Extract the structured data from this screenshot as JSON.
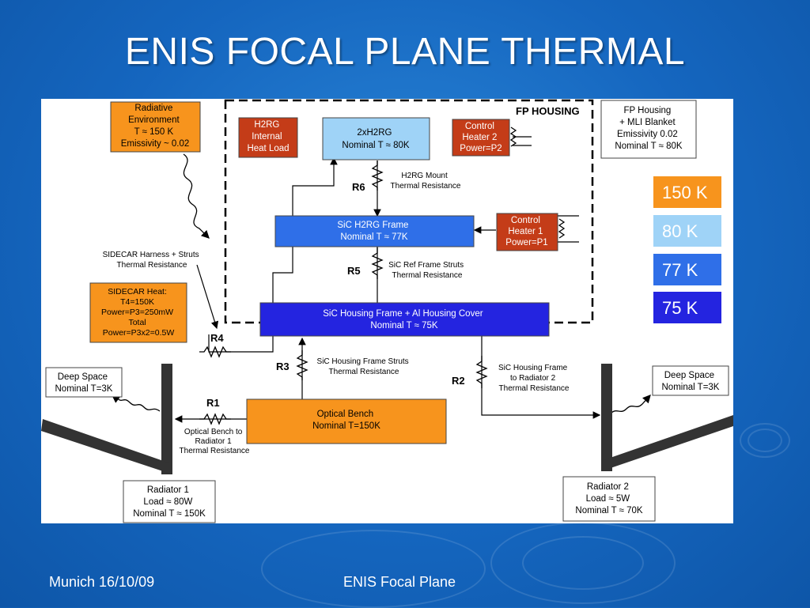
{
  "slide": {
    "title": "ENIS FOCAL PLANE THERMAL",
    "footer_left": "Munich 16/10/09",
    "footer_center": "ENIS Focal Plane"
  },
  "colors": {
    "background": "#1a6fc8",
    "orange": "#f7941d",
    "light_blue": "#9fd3f7",
    "mid_blue": "#2f6fe8",
    "dark_blue": "#2424e0",
    "red_box": "#c43c18"
  },
  "diagram": {
    "fp_housing_label": "FP HOUSING",
    "radiative_env": [
      "Radiative",
      "Environment",
      "T ≈ 150 K",
      "Emissivity ~ 0.02"
    ],
    "h2rg_heat": [
      "H2RG",
      "Internal",
      "Heat Load"
    ],
    "h2rg": [
      "2xH2RG",
      "Nominal T ≈ 80K"
    ],
    "control_heater2": [
      "Control",
      "Heater 2",
      "Power=P2"
    ],
    "fp_housing_note": [
      "FP Housing",
      "+ MLI Blanket",
      "Emissivity 0.02",
      "Nominal T ≈ 80K"
    ],
    "r6": "R6",
    "r6_desc": [
      "H2RG Mount",
      "Thermal Resistance"
    ],
    "sic_frame": [
      "SiC  H2RG Frame",
      "Nominal T ≈ 77K"
    ],
    "control_heater1": [
      "Control",
      "Heater 1",
      "Power=P1"
    ],
    "sidecar_harness": [
      "SIDECAR Harness + Struts",
      "Thermal Resistance"
    ],
    "r5": "R5",
    "r5_desc": [
      "SiC Ref Frame Struts",
      "Thermal Resistance"
    ],
    "sidecar_heat": [
      "SIDECAR Heat:",
      "T4=150K",
      "Power=P3=250mW",
      "Total",
      "Power=P3x2=0.5W"
    ],
    "housing_frame": [
      "SiC Housing Frame + Al Housing Cover",
      "Nominal T ≈ 75K"
    ],
    "r4": "R4",
    "r3": "R3",
    "r3_desc": [
      "SiC Housing Frame Struts",
      "Thermal Resistance"
    ],
    "r2": "R2",
    "r2_desc": [
      "SiC Housing Frame",
      "to Radiator 2",
      "Thermal Resistance"
    ],
    "deep_space_left": [
      "Deep Space",
      "Nominal T=3K"
    ],
    "deep_space_right": [
      "Deep Space",
      "Nominal T=3K"
    ],
    "r1": "R1",
    "r1_desc": [
      "Optical Bench to",
      "Radiator 1",
      "Thermal Resistance"
    ],
    "optical_bench": [
      "Optical Bench",
      "Nominal T=150K"
    ],
    "radiator1": [
      "Radiator 1",
      "Load ≈ 80W",
      "Nominal T ≈ 150K"
    ],
    "radiator2": [
      "Radiator 2",
      "Load ≈ 5W",
      "Nominal T ≈ 70K"
    ]
  },
  "legend": [
    {
      "label": "150 K",
      "color": "#f7941d"
    },
    {
      "label": "80  K",
      "color": "#9fd3f7"
    },
    {
      "label": "77  K",
      "color": "#2f6fe8"
    },
    {
      "label": "75  K",
      "color": "#2424e0"
    }
  ]
}
